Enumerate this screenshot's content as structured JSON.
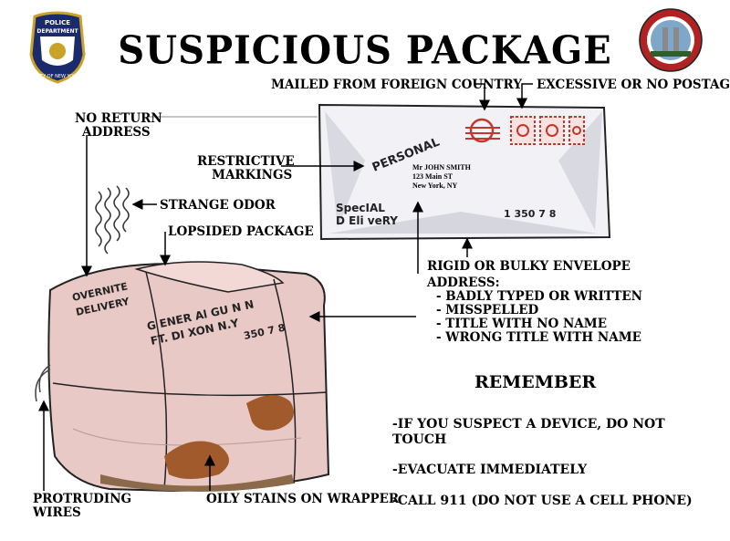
{
  "title": "SUSPICIOUS PACKAGE",
  "logos": {
    "police_badge": {
      "text_top": "POLICE",
      "text_mid": "DEPARTMENT",
      "text_ring": "CITY OF NEW YORK",
      "icon": "nypd-patch-icon"
    },
    "seal": {
      "icon": "nyc-counter-terrorism-seal-icon"
    }
  },
  "labels": {
    "mailed_foreign": "MAILED FROM FOREIGN COUNTRY",
    "excessive_postage": "EXCESSIVE OR NO POSTAGE",
    "no_return_1": "NO RETURN",
    "no_return_2": "ADDRESS",
    "restrictive_1": "RESTRICTIVE",
    "restrictive_2": "MARKINGS",
    "strange_odor": "STRANGE ODOR",
    "lopsided": "LOPSIDED PACKAGE",
    "rigid": "RIGID OR BULKY ENVELOPE",
    "address_head": "ADDRESS:",
    "address_items": [
      "- BADLY TYPED OR WRITTEN",
      "- MISSPELLED",
      "- TITLE WITH NO NAME",
      "- WRONG TITLE WITH NAME"
    ],
    "protruding_1": "PROTRUDING",
    "protruding_2": "WIRES",
    "oily": "OILY STAINS ON WRAPPER"
  },
  "envelope": {
    "personal": "PERSONAL",
    "addr_1": "Mr JOHN SMITH",
    "addr_2": "123 Main ST",
    "addr_3": "New York, NY",
    "special_1": "SpecIAL",
    "special_2": "D Eli veRY",
    "zip": "1 350 7 8"
  },
  "package": {
    "overnite_1": "OVERNITE",
    "overnite_2": "DELIVERY",
    "addr_1": "G ENER Al GU N N",
    "addr_2": "FT. DI XON N.Y",
    "zip": "350 7 8"
  },
  "remember": {
    "heading": "REMEMBER",
    "items": [
      "-IF YOU SUSPECT A DEVICE, DO NOT",
      "TOUCH",
      "-EVACUATE IMMEDIATELY",
      "-CALL 911 (DO NOT USE A CELL PHONE)"
    ]
  },
  "colors": {
    "package_fill": "#e8c9c6",
    "stain": "#a05a2c",
    "envelope_fill": "#f0f0f4",
    "stamp": "#c0392b"
  }
}
